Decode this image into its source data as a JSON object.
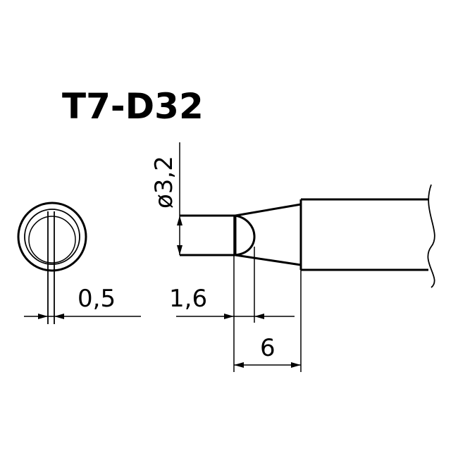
{
  "title": "T7-D32",
  "dimensions": {
    "diameter": "ø3,2",
    "slot_width": "0,5",
    "flat_width": "1,6",
    "tip_length": "6"
  },
  "colors": {
    "line": "#000000",
    "background": "#ffffff"
  }
}
